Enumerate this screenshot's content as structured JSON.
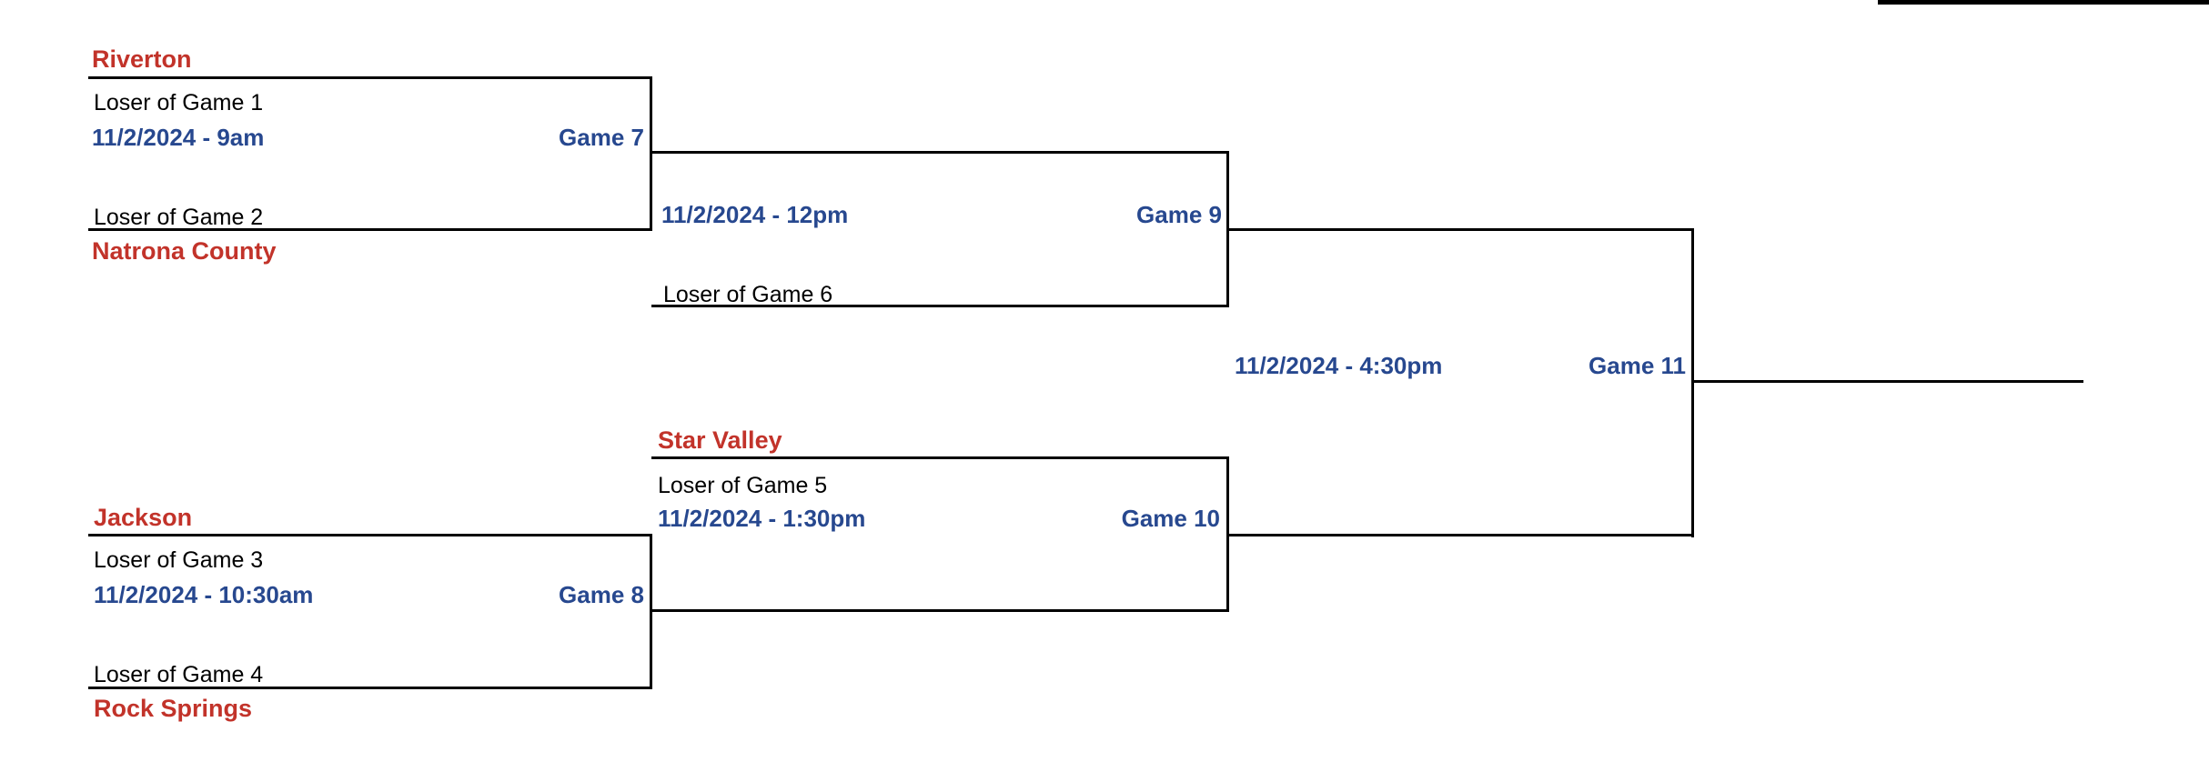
{
  "page": {
    "type": "tournament-bracket",
    "round_game_count": 5
  },
  "colors": {
    "background": "#ffffff",
    "line": "#000000",
    "top_bar": "#000000",
    "team_name": "#c2332a",
    "slot_text": "#000000",
    "schedule_text": "#27488f"
  },
  "games": {
    "game7": {
      "team_top": "Riverton",
      "slot_top": "Loser of Game 1",
      "schedule": "11/2/2024 - 9am",
      "label": "Game 7",
      "slot_bottom": "Loser of Game 2",
      "team_bottom": "Natrona County"
    },
    "game8": {
      "team_top": "Jackson",
      "slot_top": "Loser of Game 3",
      "schedule": "11/2/2024 - 10:30am",
      "label": "Game 8",
      "slot_bottom": "Loser of Game 4",
      "team_bottom": "Rock Springs"
    },
    "game9": {
      "schedule": "11/2/2024 - 12pm",
      "label": "Game 9",
      "slot_bottom": "Loser of Game 6"
    },
    "game10": {
      "team_top": "Star Valley",
      "slot_top": "Loser of Game 5",
      "schedule": "11/2/2024 - 1:30pm",
      "label": "Game 10"
    },
    "game11": {
      "schedule": "11/2/2024 - 4:30pm",
      "label": "Game 11"
    }
  }
}
